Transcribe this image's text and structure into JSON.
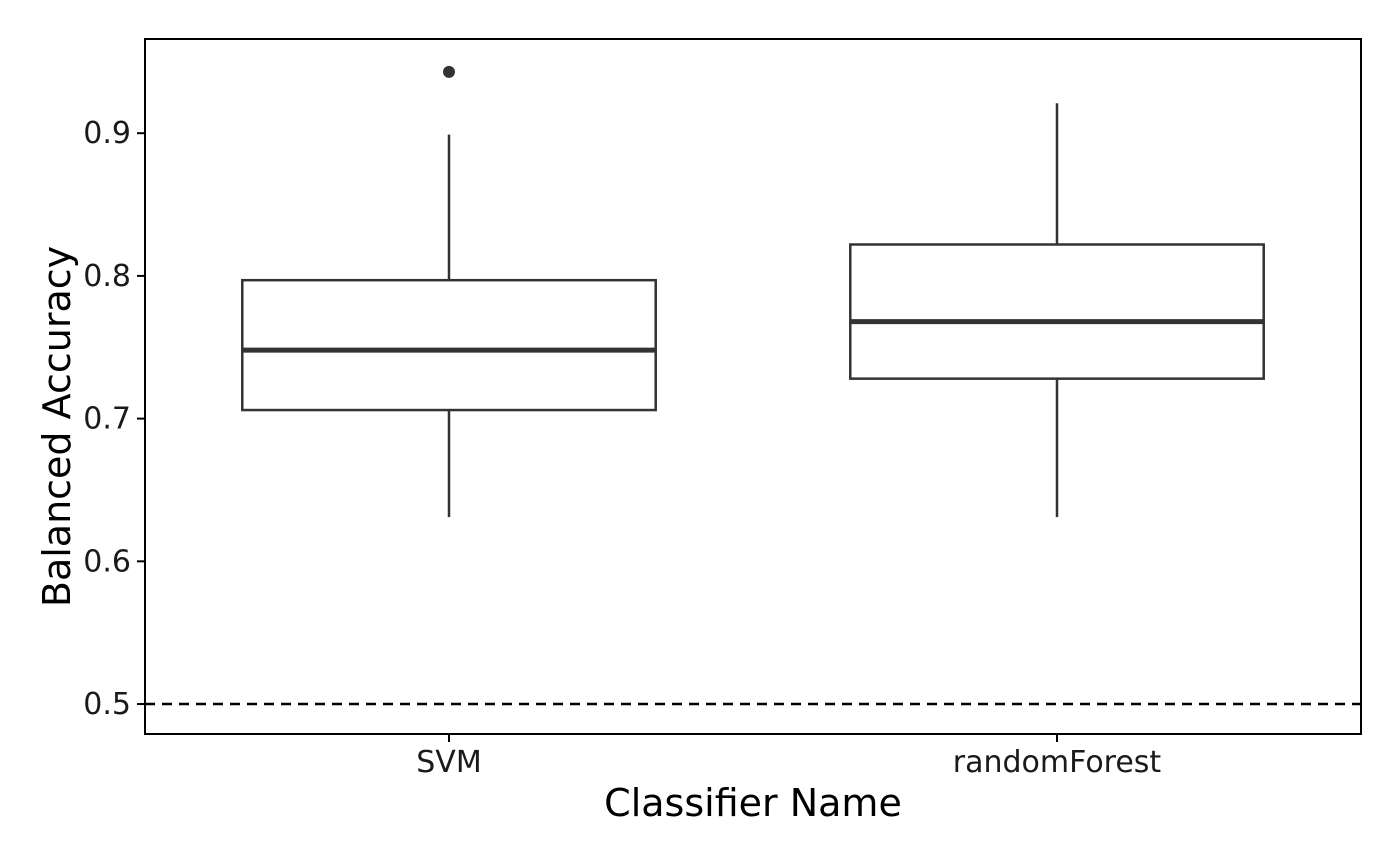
{
  "chart_data": {
    "type": "boxplot",
    "title": "",
    "xlabel": "Classifier Name",
    "ylabel": "Balanced Accuracy",
    "categories": [
      "SVM",
      "randomForest"
    ],
    "boxes": [
      {
        "category": "SVM",
        "whisker_low": 0.631,
        "q1": 0.706,
        "median": 0.748,
        "q3": 0.797,
        "whisker_high": 0.899,
        "outliers": [
          0.943
        ]
      },
      {
        "category": "randomForest",
        "whisker_low": 0.631,
        "q1": 0.728,
        "median": 0.768,
        "q3": 0.822,
        "whisker_high": 0.921,
        "outliers": []
      }
    ],
    "yticks": [
      "0.5",
      "0.6",
      "0.7",
      "0.8",
      "0.9"
    ],
    "ylim": [
      0.479,
      0.966
    ],
    "reference_line": {
      "y": 0.5,
      "style": "dashed"
    },
    "grid": false,
    "legend": "none",
    "colors": {
      "box_stroke": "#333333",
      "box_fill": "#ffffff",
      "reference": "#000000",
      "axis": "#000000"
    }
  }
}
